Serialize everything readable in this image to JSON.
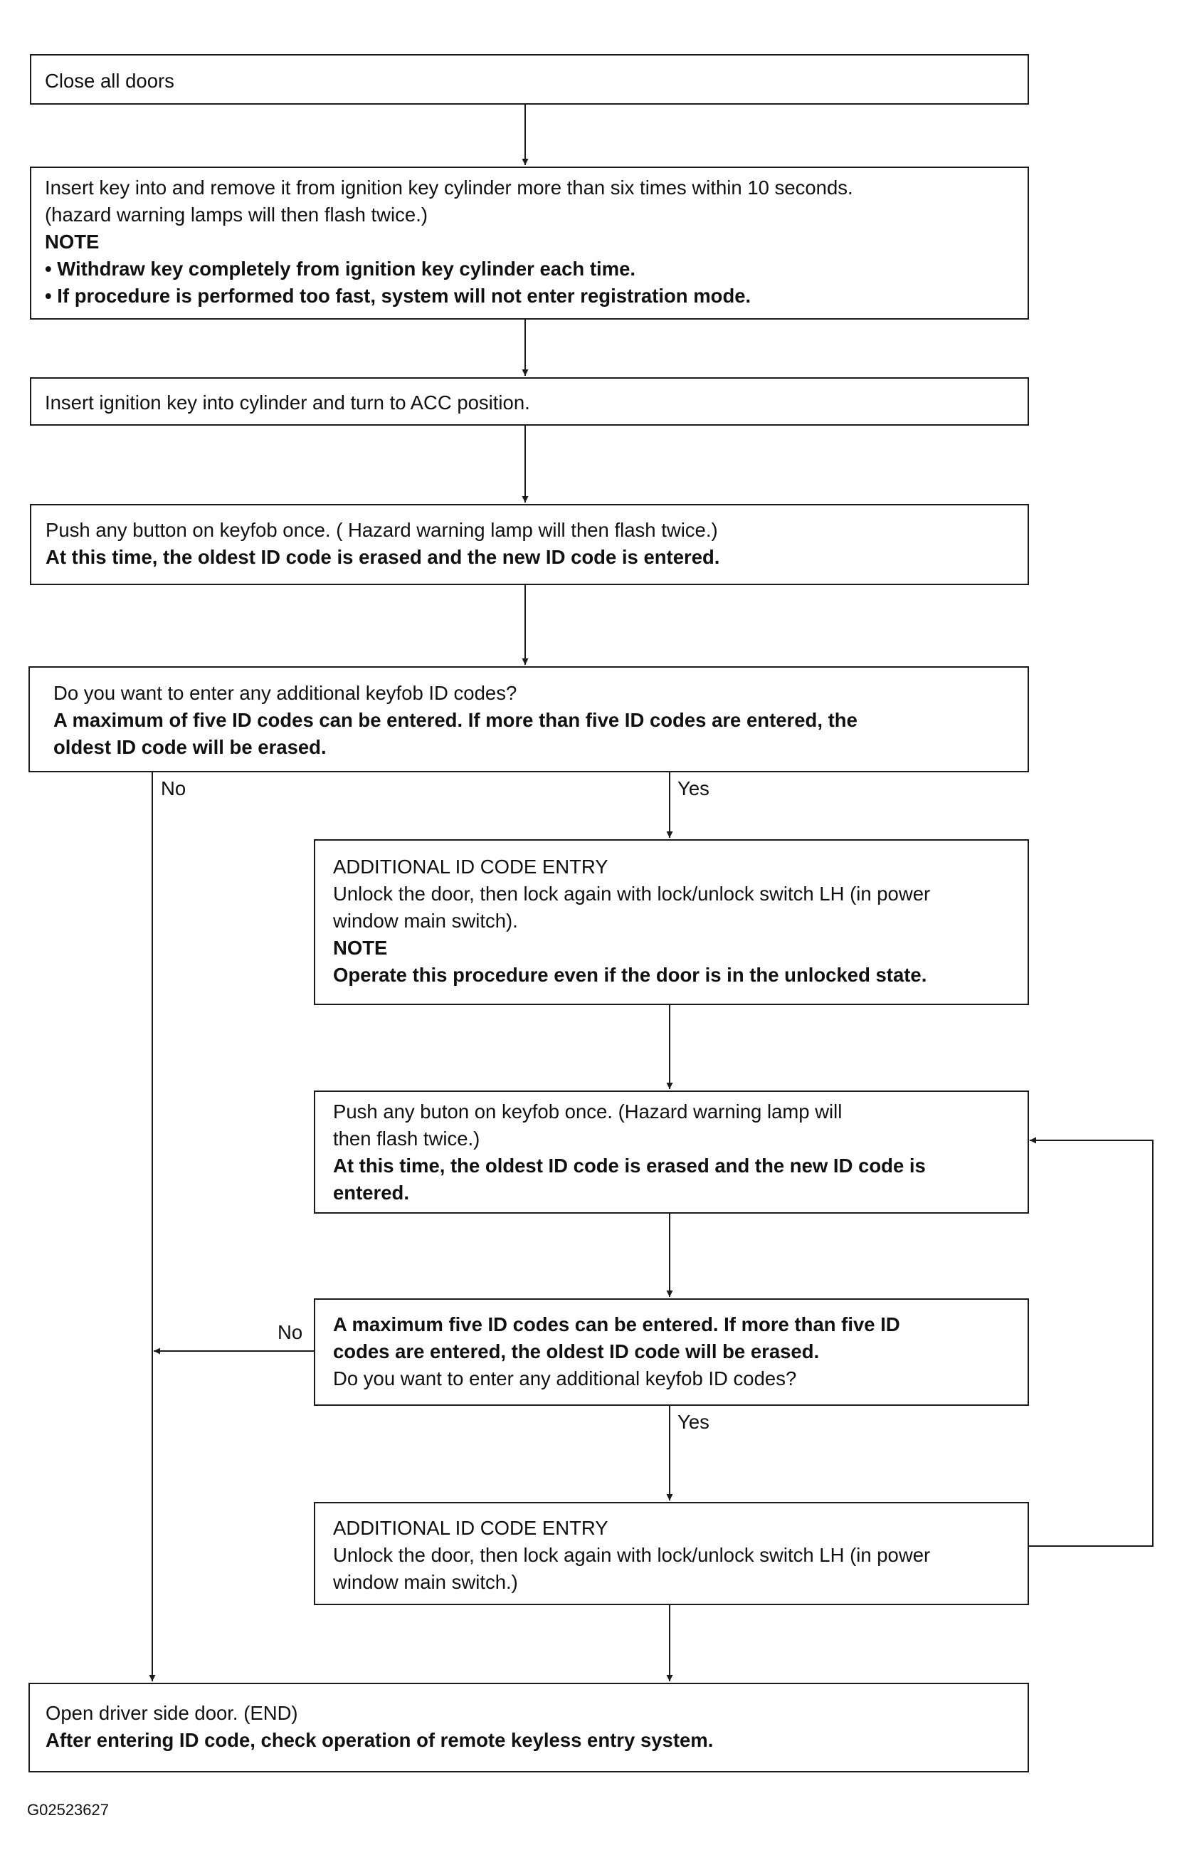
{
  "figure_id": "G02523627",
  "nodes": {
    "close_doors": {
      "lines": [
        {
          "text": "Close all doors",
          "bold": false
        }
      ]
    },
    "insert_remove_key": {
      "lines": [
        {
          "text": "Insert key into and remove it from ignition key cylinder more than six times within 10 seconds.",
          "bold": false
        },
        {
          "text": "(hazard warning lamps will then flash twice.)",
          "bold": false
        },
        {
          "text": "NOTE",
          "bold": true
        },
        {
          "text": "• Withdraw key completely from ignition key cylinder each time.",
          "bold": true
        },
        {
          "text": "• If procedure is performed too fast, system will not enter registration mode.",
          "bold": true
        }
      ]
    },
    "insert_acc": {
      "lines": [
        {
          "text": "Insert ignition key into cylinder and turn to ACC position.",
          "bold": false
        }
      ]
    },
    "push_button_1": {
      "lines": [
        {
          "text": "Push any button on keyfob once. ( Hazard warning lamp will then flash twice.)",
          "bold": false
        },
        {
          "text": "At this time, the oldest ID code is erased and the new ID code is entered.",
          "bold": true
        }
      ]
    },
    "decision_1": {
      "lines": [
        {
          "text": "Do you want to enter any additional keyfob ID codes?",
          "bold": false
        },
        {
          "text": "A maximum of five ID codes can be entered. If more than five ID codes are entered, the",
          "bold": true
        },
        {
          "text": "oldest ID code will be erased.",
          "bold": true
        }
      ]
    },
    "additional_entry_1": {
      "lines": [
        {
          "text": "ADDITIONAL ID CODE ENTRY",
          "bold": false
        },
        {
          "text": "Unlock the door, then lock again with lock/unlock switch LH (in power",
          "bold": false
        },
        {
          "text": "window main switch).",
          "bold": false
        },
        {
          "text": "NOTE",
          "bold": true
        },
        {
          "text": "Operate this procedure even if the door is in the unlocked state.",
          "bold": true
        }
      ]
    },
    "push_button_2": {
      "lines": [
        {
          "text": "Push any buton on keyfob once. (Hazard warning lamp will",
          "bold": false
        },
        {
          "text": "then flash twice.)",
          "bold": false
        },
        {
          "text": "At this time, the oldest ID code is erased and the new ID code is",
          "bold": true
        },
        {
          "text": "entered.",
          "bold": true
        }
      ]
    },
    "decision_2": {
      "lines": [
        {
          "text": "A maximum five ID codes can be entered. If more than five ID",
          "bold": true
        },
        {
          "text": "codes are entered, the oldest ID code will be erased.",
          "bold": true
        },
        {
          "text": "Do you want to enter any additional keyfob ID codes?",
          "bold": false
        }
      ]
    },
    "additional_entry_2": {
      "lines": [
        {
          "text": "ADDITIONAL ID CODE ENTRY",
          "bold": false
        },
        {
          "text": "Unlock the door, then lock again with lock/unlock switch LH (in power",
          "bold": false
        },
        {
          "text": "window main switch.)",
          "bold": false
        }
      ]
    },
    "end": {
      "lines": [
        {
          "text": "Open driver side door. (END)",
          "bold": false
        },
        {
          "text": "After entering ID code, check operation of remote keyless entry system.",
          "bold": true
        }
      ]
    }
  },
  "edges": [
    {
      "from": "close_doors",
      "to": "insert_remove_key",
      "label": ""
    },
    {
      "from": "insert_remove_key",
      "to": "insert_acc",
      "label": ""
    },
    {
      "from": "insert_acc",
      "to": "push_button_1",
      "label": ""
    },
    {
      "from": "push_button_1",
      "to": "decision_1",
      "label": ""
    },
    {
      "from": "decision_1",
      "to": "end",
      "label": "No"
    },
    {
      "from": "decision_1",
      "to": "additional_entry_1",
      "label": "Yes"
    },
    {
      "from": "additional_entry_1",
      "to": "push_button_2",
      "label": ""
    },
    {
      "from": "push_button_2",
      "to": "decision_2",
      "label": ""
    },
    {
      "from": "decision_2",
      "to": "end",
      "label": "No"
    },
    {
      "from": "decision_2",
      "to": "additional_entry_2",
      "label": "Yes"
    },
    {
      "from": "additional_entry_2",
      "to": "push_button_2",
      "label": ""
    },
    {
      "from": "additional_entry_2",
      "to": "end",
      "label": ""
    }
  ]
}
